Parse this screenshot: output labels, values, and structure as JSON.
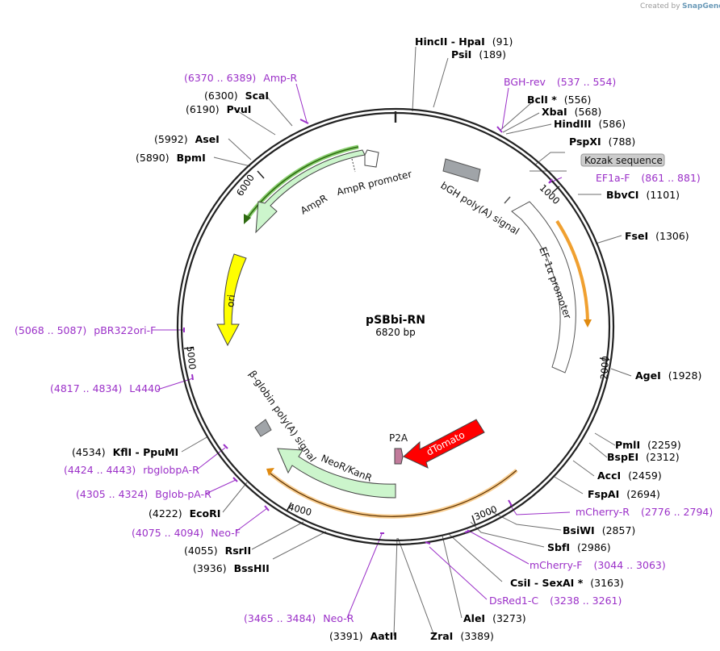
{
  "credit": {
    "text": "Created by",
    "brand": "SnapGene"
  },
  "plasmid": {
    "name": "pSBbi-RN",
    "size": "6820 bp"
  },
  "colors": {
    "primer": "#9b30c8",
    "ori": "#ffff00",
    "resistance": "#ccf5cc",
    "orf_tomato": "#ff0000",
    "orf_orange": "#f0a030",
    "orf_green": "#3a9a20",
    "signal": "#a0a4a8",
    "p2a": "#c27b9b"
  },
  "ticks": [
    {
      "label": "1000"
    },
    {
      "label": "2000"
    },
    {
      "label": "3000"
    },
    {
      "label": "4000"
    },
    {
      "label": "5000"
    },
    {
      "label": "6000"
    }
  ],
  "sites": [
    {
      "name": "HincII",
      "name2": "HpaI",
      "pos": "(91)"
    },
    {
      "name": "PsiI",
      "pos": "(189)"
    },
    {
      "name": "BclI *",
      "pos": "(556)"
    },
    {
      "name": "XbaI",
      "pos": "(568)"
    },
    {
      "name": "HindIII",
      "pos": "(586)"
    },
    {
      "name": "PspXI",
      "pos": "(788)"
    },
    {
      "name": "BbvCI",
      "pos": "(1101)"
    },
    {
      "name": "FseI",
      "pos": "(1306)"
    },
    {
      "name": "AgeI",
      "pos": "(1928)"
    },
    {
      "name": "PmlI",
      "pos": "(2259)"
    },
    {
      "name": "BspEI",
      "pos": "(2312)"
    },
    {
      "name": "AccI",
      "pos": "(2459)"
    },
    {
      "name": "FspAI",
      "pos": "(2694)"
    },
    {
      "name": "BsiWI",
      "pos": "(2857)"
    },
    {
      "name": "SbfI",
      "pos": "(2986)"
    },
    {
      "name": "CsiI",
      "name2": "SexAI *",
      "pos": "(3163)"
    },
    {
      "name": "AleI",
      "pos": "(3273)"
    },
    {
      "name": "ZraI",
      "pos": "(3389)"
    },
    {
      "name": "AatII",
      "pos": "(3391)"
    },
    {
      "name": "BssHII",
      "pos": "(3936)"
    },
    {
      "name": "RsrII",
      "pos": "(4055)"
    },
    {
      "name": "EcoRI",
      "pos": "(4222)"
    },
    {
      "name": "KflI",
      "name2": "PpuMI",
      "pos": "(4534)"
    },
    {
      "name": "BpmI",
      "pos": "(5890)"
    },
    {
      "name": "AseI",
      "pos": "(5992)"
    },
    {
      "name": "PvuI",
      "pos": "(6190)"
    },
    {
      "name": "ScaI",
      "pos": "(6300)"
    }
  ],
  "primers": [
    {
      "name": "Amp-R",
      "range": "(6370 .. 6389)"
    },
    {
      "name": "BGH-rev",
      "range": "(537 .. 554)"
    },
    {
      "name": "EF1a-F",
      "range": "(861 .. 881)"
    },
    {
      "name": "mCherry-R",
      "range": "(2776 .. 2794)"
    },
    {
      "name": "mCherry-F",
      "range": "(3044 .. 3063)"
    },
    {
      "name": "DsRed1-C",
      "range": "(3238 .. 3261)"
    },
    {
      "name": "Neo-R",
      "range": "(3465 .. 3484)"
    },
    {
      "name": "Neo-F",
      "range": "(4075 .. 4094)"
    },
    {
      "name": "Bglob-pA-R",
      "range": "(4305 .. 4324)"
    },
    {
      "name": "rbglobpA-R",
      "range": "(4424 .. 4443)"
    },
    {
      "name": "L4440",
      "range": "(4817 .. 4834)"
    },
    {
      "name": "pBR322ori-F",
      "range": "(5068 .. 5087)"
    }
  ],
  "features": {
    "kozak": "Kozak sequence",
    "bgh": "bGH poly(A) signal",
    "ef1a": "EF-1α promoter",
    "ampr": "AmpR",
    "ampr_promoter": "AmpR promoter",
    "ori": "ori",
    "bglobin": "β-globin poly(A) signal",
    "neokan": "NeoR/KanR",
    "p2a": "P2A",
    "dtomato": "dTomato"
  }
}
